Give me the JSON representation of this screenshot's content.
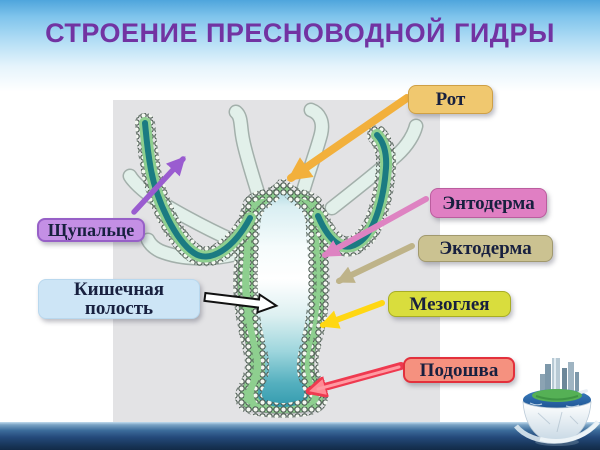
{
  "slide": {
    "title": "СТРОЕНИЕ ПРЕСНОВОДНОЙ ГИДРЫ",
    "title_color": "#7233a2"
  },
  "diagram": {
    "subject": "Пресноводная гидра — продольный разрез",
    "panel_bg": "#e3e3e5",
    "labels": [
      {
        "id": "mouth",
        "text": "Рот",
        "bg": "#f0c86f",
        "border": "#cfa045",
        "arrow": "#f2b03c"
      },
      {
        "id": "endoderm",
        "text": "Энтодерма",
        "bg": "#e07fc3",
        "border": "#bb5d9e",
        "arrow": "#de83c2"
      },
      {
        "id": "ectoderm",
        "text": "Эктодерма",
        "bg": "#cbc291",
        "border": "#a1996e",
        "arrow": "#beb389"
      },
      {
        "id": "mesoglea",
        "text": "Мезоглея",
        "bg": "#d9dd3d",
        "border": "#a8ad25",
        "arrow": "#ffd713"
      },
      {
        "id": "sole",
        "text": "Подошва",
        "bg": "#f5917f",
        "border": "#e3303c",
        "arrow": "#ef3a50"
      },
      {
        "id": "tentacle",
        "text": "Щупальце",
        "bg": "#c48fe5",
        "border": "#9760c7",
        "arrow": "#9a5cd0"
      },
      {
        "id": "gut-cavity",
        "text": "Кишечная полость",
        "line1": "Кишечная",
        "line2": "полость",
        "bg": "#cde5f6",
        "border": "#b9d8ee",
        "arrow": "#ffffff"
      }
    ],
    "body_colors": {
      "ectoderm_green": "#8ecf8f",
      "tentacle_core_teal": "#1b7b82",
      "cavity_deep_teal": "#2f98ac",
      "cell_fill": "#f3f7f0"
    }
  },
  "footer": {
    "band_color": "#1d3f66"
  },
  "decor": {
    "globe": "earth-globe-with-city-skyline"
  }
}
